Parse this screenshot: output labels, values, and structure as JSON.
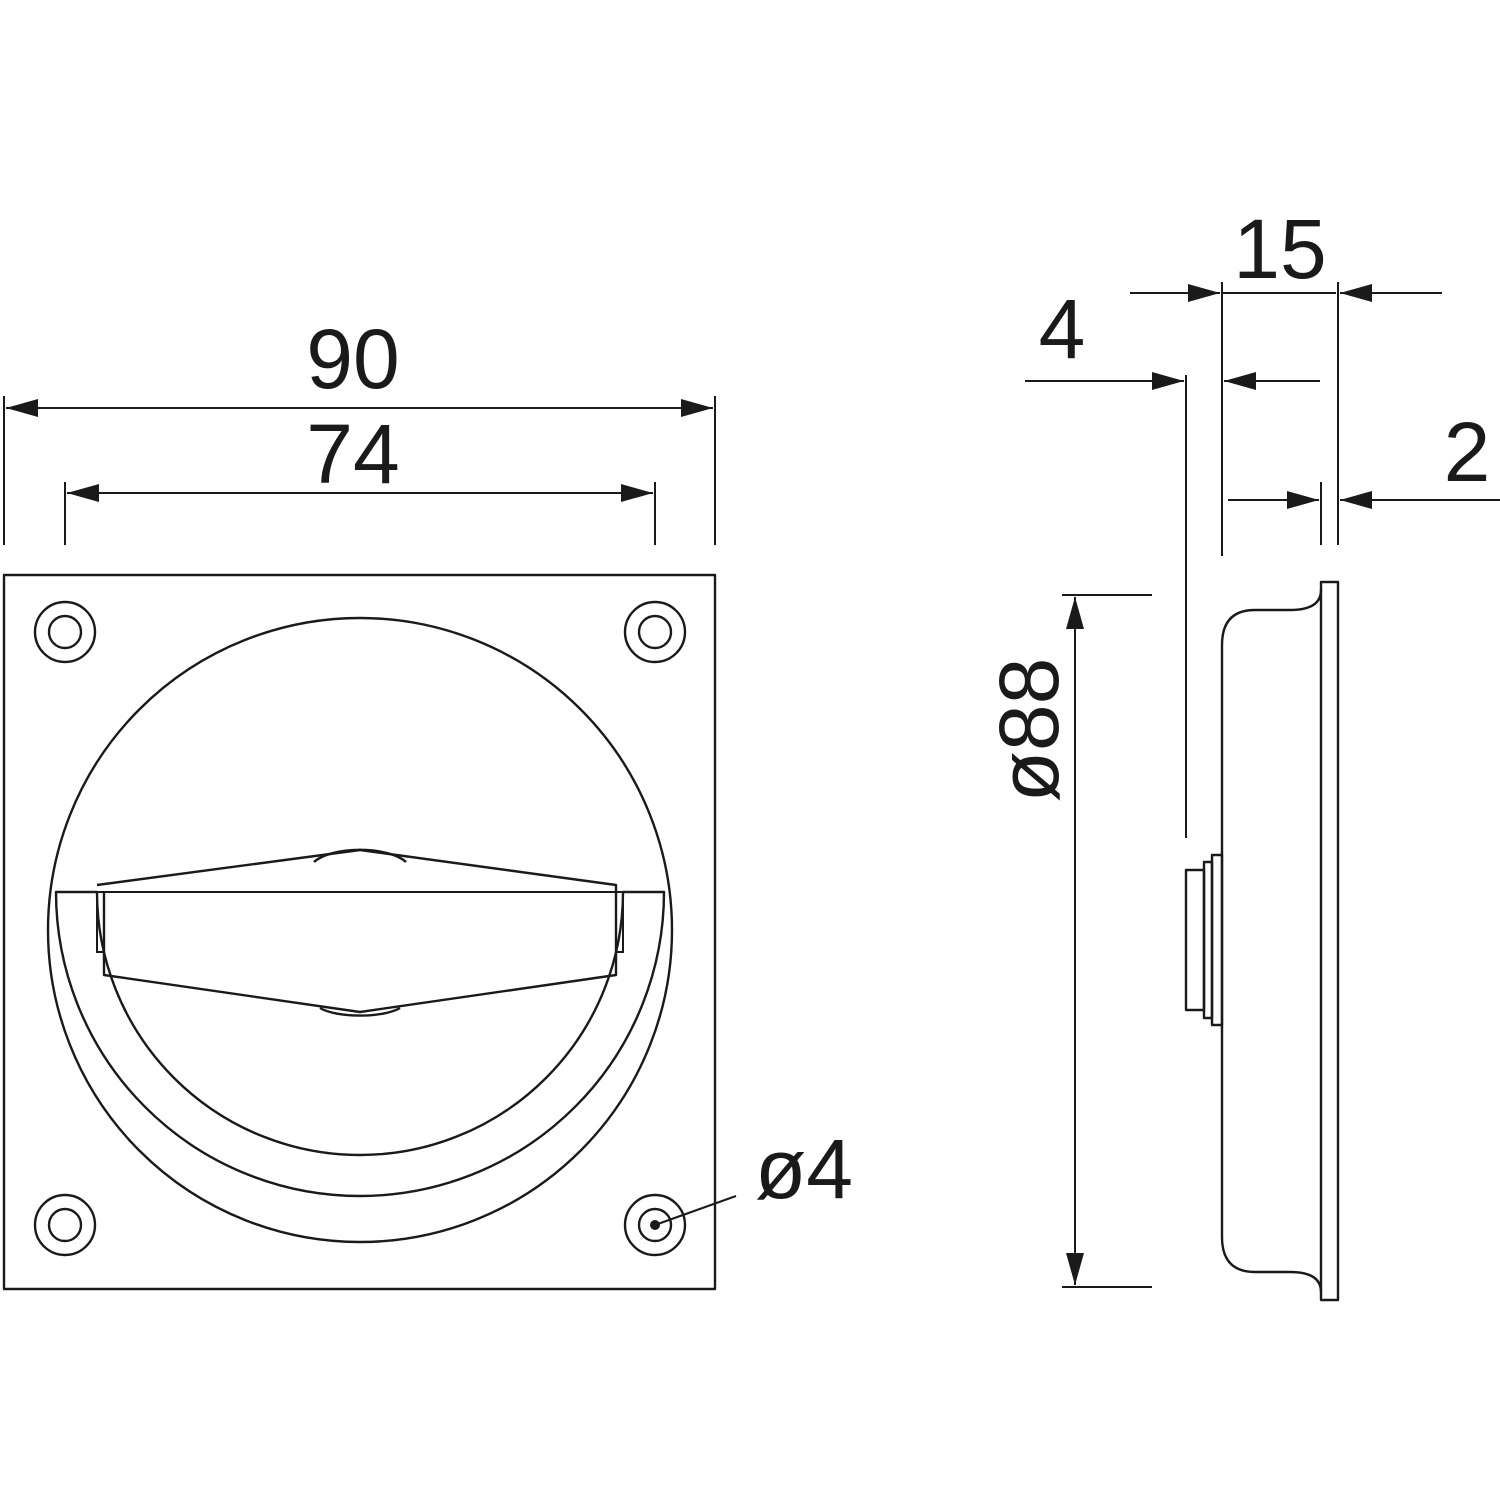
{
  "colors": {
    "line": "#1a1a1a",
    "background": "#ffffff"
  },
  "dimensions": {
    "overall_width": "90",
    "hole_spacing": "74",
    "hole_diameter": "ø4",
    "bowl_diameter": "ø88",
    "overall_depth": "15",
    "recess_offset": "4",
    "flange_thickness": "2"
  }
}
